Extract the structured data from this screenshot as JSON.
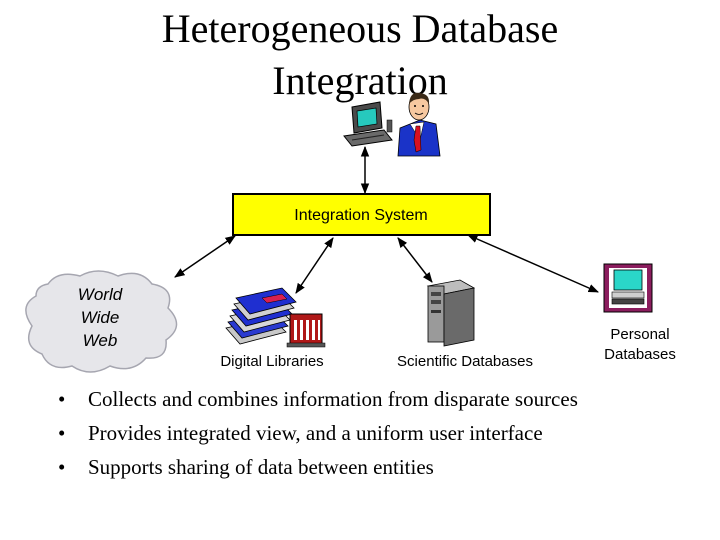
{
  "title": {
    "line1": "Heterogeneous Database",
    "line2": "Integration"
  },
  "diagram": {
    "central_box": "Integration System",
    "web_cloud": {
      "line1": "World",
      "line2": "Wide",
      "line3": "Web"
    },
    "digital_libraries": "Digital Libraries",
    "scientific_databases": "Scientific Databases",
    "personal_databases": {
      "line1": "Personal",
      "line2": "Databases"
    },
    "icons": [
      "computer-user-icon",
      "person-icon",
      "books-icon",
      "library-building-icon",
      "server-tower-icon",
      "monitor-icon"
    ],
    "colors": {
      "central_box_fill": "#ffff00",
      "person_suit": "#1a33c8",
      "person_tie": "#d81020",
      "books_blue": "#1f2fd0",
      "library_red": "#b01818",
      "monitor_frame": "#8b1d5e",
      "screen_cyan": "#2ad6c8"
    }
  },
  "bullet_marker": "•",
  "bullets": [
    "Collects and combines information from disparate sources",
    "Provides integrated view, and a  uniform user interface",
    "Supports sharing of data between entities"
  ]
}
